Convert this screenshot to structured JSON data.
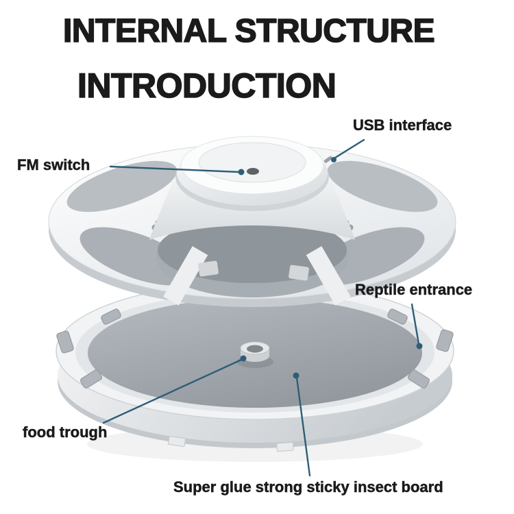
{
  "title": {
    "line1": "INTERNAL STRUCTURE",
    "line2": "INTRODUCTION"
  },
  "labels": {
    "usb_interface": "USB interface",
    "fm_switch": "FM switch",
    "reptile_entrance": "Reptile entrance",
    "food_trough": "food trough",
    "sticky_board": "Super glue strong sticky insect board"
  },
  "colors": {
    "text": "#1b1b1b",
    "leader": "#2e5d77",
    "device_light": "#f2f4f5",
    "device_shade": "#c9ced2",
    "board_gray": "#a3a9ae"
  }
}
